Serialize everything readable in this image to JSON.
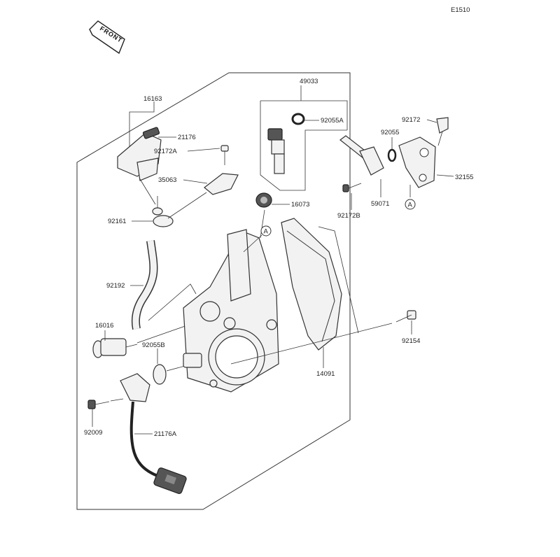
{
  "code": "E1510",
  "front_label": "FRONT",
  "callout_A": "A",
  "parts": {
    "p16163": "16163",
    "p21176": "21176",
    "p92172A": "92172A",
    "p35063": "35063",
    "p92161": "92161",
    "p92192": "92192",
    "p16016": "16016",
    "p92055B": "92055B",
    "p92009": "92009",
    "p21176A": "21176A",
    "p49033": "49033",
    "p92055A": "92055A",
    "p16073": "16073",
    "p92172": "92172",
    "p92055": "92055",
    "p32155": "32155",
    "p59071": "59071",
    "p92172B": "92172B",
    "p92154": "92154",
    "p14091": "14091"
  }
}
